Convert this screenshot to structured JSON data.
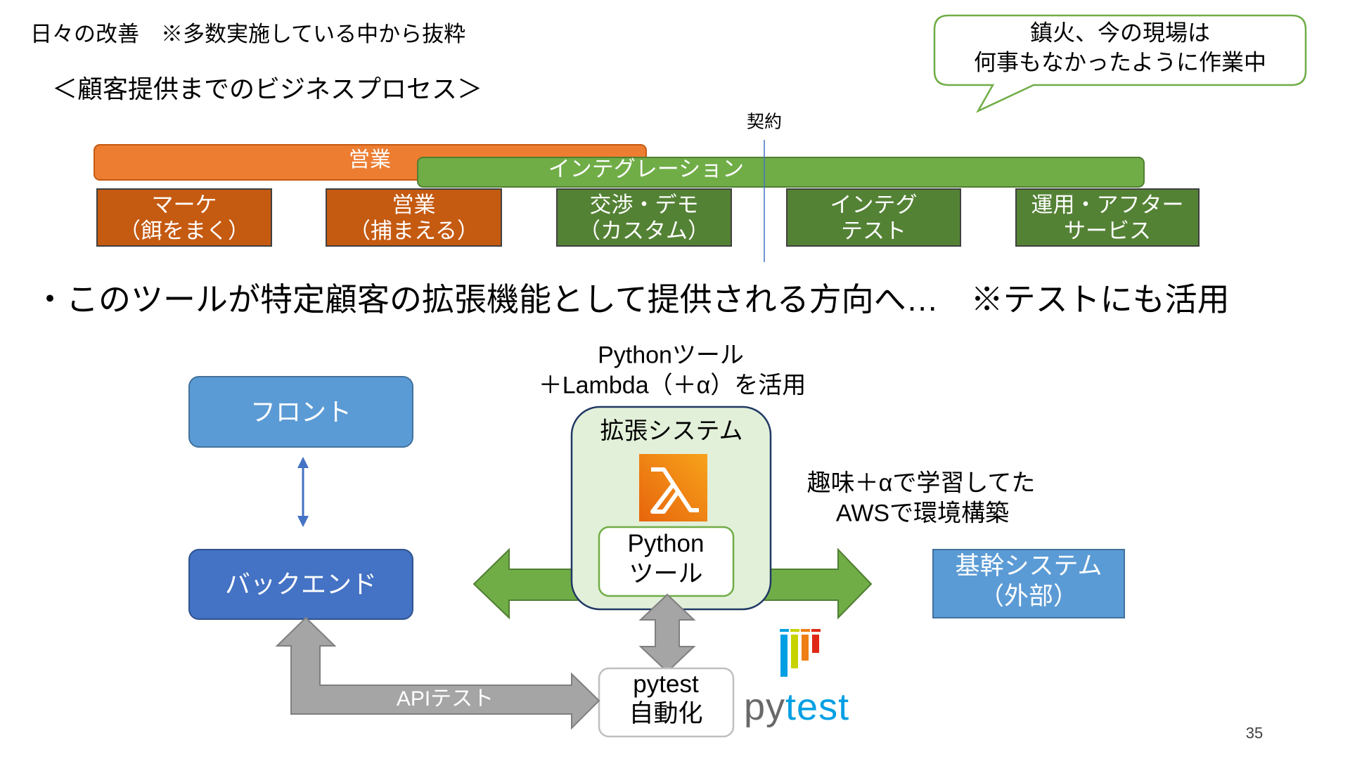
{
  "slide": {
    "title": "日々の改善　※多数実施している中から抜粋",
    "subtitle": "＜顧客提供までのビジネスプロセス＞",
    "page_number": "35"
  },
  "callout": {
    "line1": "鎮火、今の現場は",
    "line2": "何事もなかったように作業中"
  },
  "process": {
    "contract_label": "契約",
    "sales_bar_label": "営業",
    "integration_bar_label": "インテグレーション",
    "stages": [
      {
        "line1": "マーケ",
        "line2": "（餌をまく）"
      },
      {
        "line1": "営業",
        "line2": "（捕まえる）"
      },
      {
        "line1": "交渉・デモ",
        "line2": "（カスタム）"
      },
      {
        "line1": "インテグ",
        "line2": "テスト"
      },
      {
        "line1": "運用・アフター",
        "line2": "サービス"
      }
    ]
  },
  "bullet": "・このツールが特定顧客の拡張機能として提供される方向へ…　※テストにも活用",
  "diagram": {
    "front": "フロント",
    "backend": "バックエンド",
    "python_note": {
      "line1": "Pythonツール",
      "line2": "＋Lambda（＋α）を活用"
    },
    "extension_system": "拡張システム",
    "lambda_icon": "aws-lambda-icon",
    "python_tool": {
      "line1": "Python",
      "line2": "ツール"
    },
    "aws_note": {
      "line1": "趣味＋αで学習してた",
      "line2": "AWSで環境構築"
    },
    "core_system": {
      "line1": "基幹システム",
      "line2": "（外部）"
    },
    "pytest_box": {
      "line1": "pytest",
      "line2": "自動化"
    },
    "api_test": "APIテスト",
    "pytest_logo": {
      "part1": "py",
      "part2": "test"
    }
  },
  "colors": {
    "sales_orange": "#ed7d31",
    "stage_orange": "#c55a11",
    "integration_green": "#70ad47",
    "stage_green": "#548235",
    "front_blue": "#5b9bd5",
    "backend_blue": "#4472c4",
    "extension_fill": "#e2f0d9",
    "arrow_gray": "#a5a5a5",
    "lambda_orange": "#f58536"
  }
}
